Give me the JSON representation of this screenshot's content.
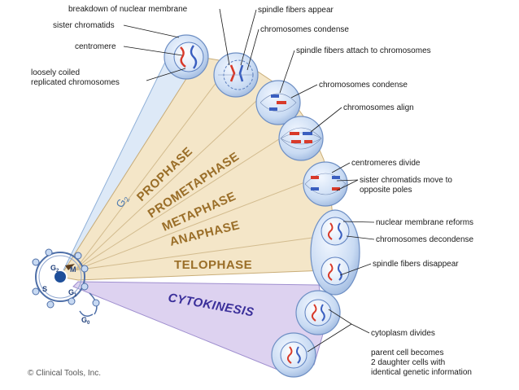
{
  "labels": {
    "breakdown": "breakdown of nuclear membrane",
    "sister_chromatids": "sister chromatids",
    "centromere": "centromere",
    "loosely_line1": "loosely coiled",
    "loosely_line2": "replicated chromosomes",
    "spindle_appear": "spindle fibers appear",
    "chrom_condense_1": "chromosomes condense",
    "spindle_attach": "spindle fibers attach to chromosomes",
    "chrom_condense_2": "chromosomes condense",
    "chrom_align": "chromosomes align",
    "centromeres_divide": "centromeres divide",
    "sister_move_line1": "sister chromatids move to",
    "sister_move_line2": "opposite poles",
    "nuclear_reforms": "nuclear membrane reforms",
    "chrom_decondense": "chromosomes decondense",
    "spindle_disappear": "spindle fibers disappear",
    "cytoplasm_divides": "cytoplasm divides",
    "parent_line1": "parent cell becomes",
    "parent_line2": "2 daughter cells with",
    "parent_line3": "identical genetic information"
  },
  "phases": {
    "g2": "G",
    "g2_sub": "2",
    "prophase": "PROPHASE",
    "prometaphase": "PROMETAPHASE",
    "metaphase": "METAPHASE",
    "anaphase": "ANAPHASE",
    "telophase": "TELOPHASE",
    "cytokinesis": "CYTOKINESIS"
  },
  "cycle": {
    "g2": "G",
    "g2_sub": "2",
    "m": "M",
    "s": "S",
    "g1": "G",
    "g1_sub": "1",
    "g0": "G",
    "g0_sub": "0"
  },
  "credit": "© Clinical Tools, Inc.",
  "colors": {
    "g2_wedge": "#dde9f7",
    "mitosis_wedge": "#f4e6c8",
    "cytokinesis_wedge": "#ddd2f0",
    "phase_text": "#9a6e28",
    "cytokinesis_text": "#3a2f9a",
    "cell_fill": "#c7d9f2",
    "chromosome_red": "#d83a2a",
    "chromosome_blue": "#3a5fc0"
  }
}
